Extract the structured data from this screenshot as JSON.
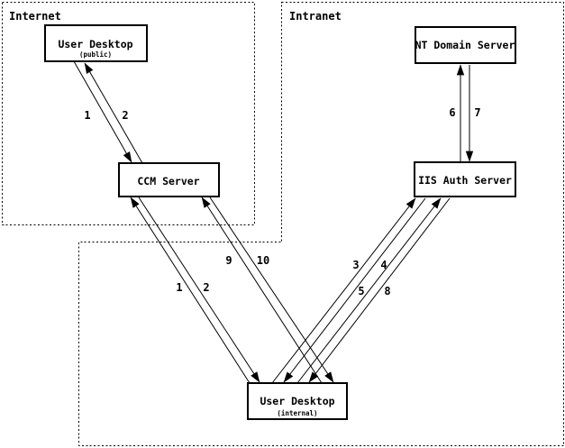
{
  "diagram": {
    "zones": [
      {
        "id": "internet",
        "label": "Internet"
      },
      {
        "id": "intranet",
        "label": "Intranet"
      }
    ],
    "nodes": [
      {
        "id": "user-desktop-public",
        "label": "User Desktop",
        "sublabel": "(public)",
        "zone": "internet"
      },
      {
        "id": "ccm-server",
        "label": "CCM Server",
        "zone": "internet"
      },
      {
        "id": "nt-domain-server",
        "label": "NT Domain Server",
        "zone": "intranet"
      },
      {
        "id": "iis-auth-server",
        "label": "IIS Auth Server",
        "zone": "intranet"
      },
      {
        "id": "user-desktop-internal",
        "label": "User Desktop",
        "sublabel": "(internal)",
        "zone": "intranet"
      }
    ],
    "messages": [
      {
        "label": "1",
        "from": "user-desktop-public",
        "to": "ccm-server"
      },
      {
        "label": "2",
        "from": "ccm-server",
        "to": "user-desktop-public"
      },
      {
        "label": "1",
        "from": "user-desktop-internal",
        "to": "ccm-server"
      },
      {
        "label": "2",
        "from": "ccm-server",
        "to": "user-desktop-internal"
      },
      {
        "label": "3",
        "from": "user-desktop-internal",
        "to": "iis-auth-server"
      },
      {
        "label": "4",
        "from": "iis-auth-server",
        "to": "user-desktop-internal"
      },
      {
        "label": "5",
        "from": "user-desktop-internal",
        "to": "iis-auth-server"
      },
      {
        "label": "8",
        "from": "iis-auth-server",
        "to": "user-desktop-internal"
      },
      {
        "label": "6",
        "from": "iis-auth-server",
        "to": "nt-domain-server"
      },
      {
        "label": "7",
        "from": "nt-domain-server",
        "to": "iis-auth-server"
      },
      {
        "label": "9",
        "from": "user-desktop-internal",
        "to": "ccm-server"
      },
      {
        "label": "10",
        "from": "ccm-server",
        "to": "user-desktop-internal"
      }
    ],
    "colors": {
      "ink": "#000000",
      "paper": "#ffffff"
    }
  }
}
